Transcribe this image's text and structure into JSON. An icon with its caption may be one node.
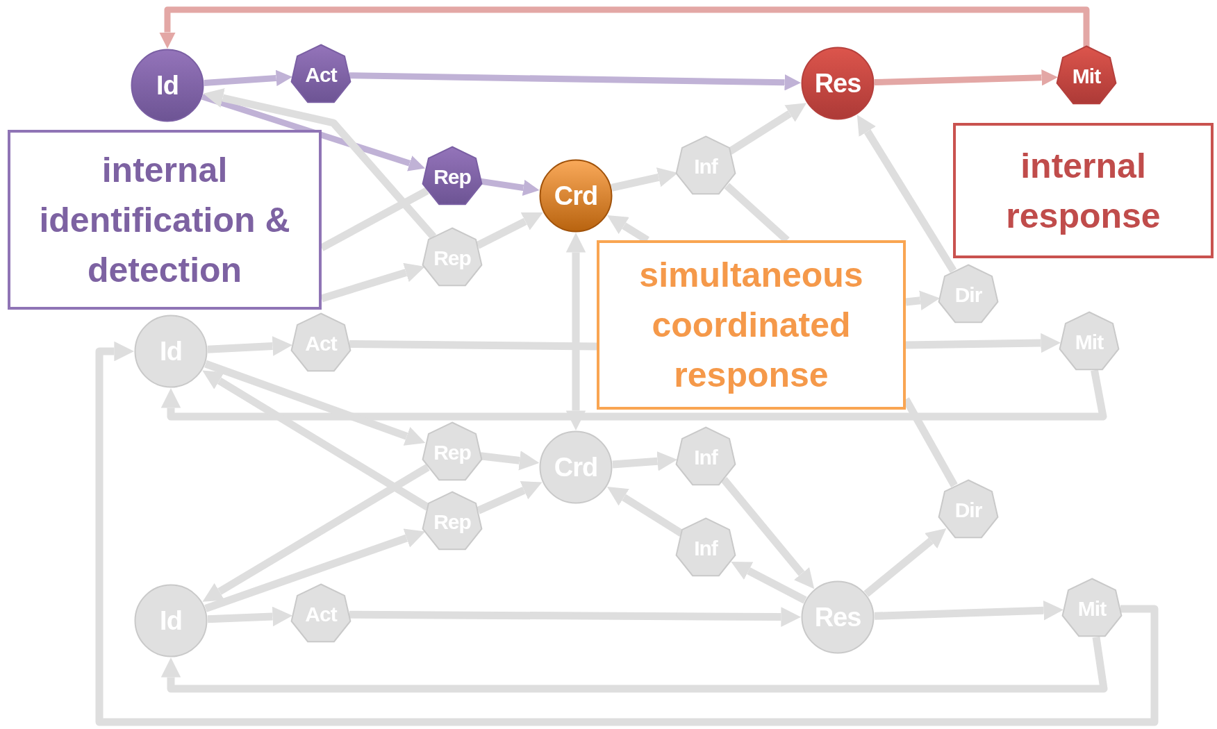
{
  "diagram": {
    "nodes": [
      {
        "text": [
          "Id"
        ]
      },
      {
        "text": [
          "Act"
        ]
      },
      {
        "text": [
          "Rep"
        ]
      },
      {
        "text": [
          "Crd"
        ]
      },
      {
        "text": [
          "Res"
        ]
      },
      {
        "text": [
          "Mit"
        ]
      },
      {
        "text": [
          "Id"
        ]
      },
      {
        "text": [
          "Act"
        ]
      },
      {
        "text": [
          "Rep"
        ]
      },
      {
        "text": [
          "Inf"
        ]
      },
      {
        "text": [
          "Dir"
        ]
      },
      {
        "text": [
          "Mit"
        ]
      },
      {
        "text": [
          "Rep"
        ]
      },
      {
        "text": [
          "Crd"
        ]
      },
      {
        "text": [
          "Inf"
        ]
      },
      {
        "text": [
          "Rep"
        ]
      },
      {
        "text": [
          "Inf"
        ]
      },
      {
        "text": [
          "Dir"
        ]
      },
      {
        "text": [
          "Id"
        ]
      },
      {
        "text": [
          "Act"
        ]
      },
      {
        "text": [
          "Res"
        ]
      },
      {
        "text": [
          "Mit"
        ]
      },
      {
        "text": [
          "internal identification & detection"
        ]
      },
      {
        "text": [
          "internal response"
        ]
      },
      {
        "text": [
          "simultaneous coordinated response"
        ]
      }
    ],
    "edges": [
      {
        "from": 0,
        "to": 1,
        "arrow": "to",
        "color": "#c0b2d6"
      },
      {
        "from": 0,
        "to": 2,
        "arrow": "to",
        "color": "#c0b2d6"
      },
      {
        "from": 1,
        "to": 4,
        "arrow": "to",
        "color": "#c0b2d6"
      },
      {
        "from": 2,
        "to": 3,
        "arrow": "to",
        "color": "#c0b2d6"
      },
      {
        "from": 4,
        "to": 5,
        "arrow": "to",
        "color": "#e3a7a5"
      },
      {
        "from": 5,
        "to": 0,
        "arrow": "to",
        "color": "#e3a7a5"
      },
      {
        "from": 8,
        "to": 0,
        "arrow": "to"
      },
      {
        "from": 2,
        "to": 22,
        "arrow": "none"
      },
      {
        "from": 22,
        "to": 8,
        "arrow": "to"
      },
      {
        "from": 8,
        "to": 3,
        "arrow": "to"
      },
      {
        "from": 3,
        "to": 9,
        "arrow": "to"
      },
      {
        "from": 9,
        "to": 4,
        "arrow": "to"
      },
      {
        "from": 10,
        "to": 4,
        "arrow": "to"
      },
      {
        "from": 9,
        "to": 24,
        "arrow": "none"
      },
      {
        "from": 24,
        "to": 3,
        "arrow": "to"
      },
      {
        "from": 24,
        "to": 10,
        "arrow": "to"
      },
      {
        "from": 7,
        "to": 24,
        "arrow": "none"
      },
      {
        "from": 24,
        "to": 11,
        "arrow": "to"
      },
      {
        "from": 11,
        "to": 6,
        "arrow": "to"
      },
      {
        "from": 3,
        "to": 13,
        "arrow": "both"
      },
      {
        "from": 24,
        "to": 17,
        "arrow": "none"
      },
      {
        "from": 6,
        "to": 7,
        "arrow": "to"
      },
      {
        "from": 6,
        "to": 12,
        "arrow": "to"
      },
      {
        "from": 15,
        "to": 6,
        "arrow": "to"
      },
      {
        "from": 12,
        "to": 13,
        "arrow": "to"
      },
      {
        "from": 15,
        "to": 13,
        "arrow": "to"
      },
      {
        "from": 13,
        "to": 14,
        "arrow": "to"
      },
      {
        "from": 14,
        "to": 20,
        "arrow": "to"
      },
      {
        "from": 20,
        "to": 16,
        "arrow": "to"
      },
      {
        "from": 16,
        "to": 13,
        "arrow": "to"
      },
      {
        "from": 20,
        "to": 17,
        "arrow": "to"
      },
      {
        "from": 12,
        "to": 18,
        "arrow": "to"
      },
      {
        "from": 18,
        "to": 15,
        "arrow": "to"
      },
      {
        "from": 18,
        "to": 19,
        "arrow": "to"
      },
      {
        "from": 19,
        "to": 20,
        "arrow": "to"
      },
      {
        "from": 20,
        "to": 21,
        "arrow": "to"
      },
      {
        "from": 21,
        "to": 18,
        "arrow": "to"
      },
      {
        "from": 21,
        "to": 6,
        "arrow": "to"
      }
    ]
  }
}
